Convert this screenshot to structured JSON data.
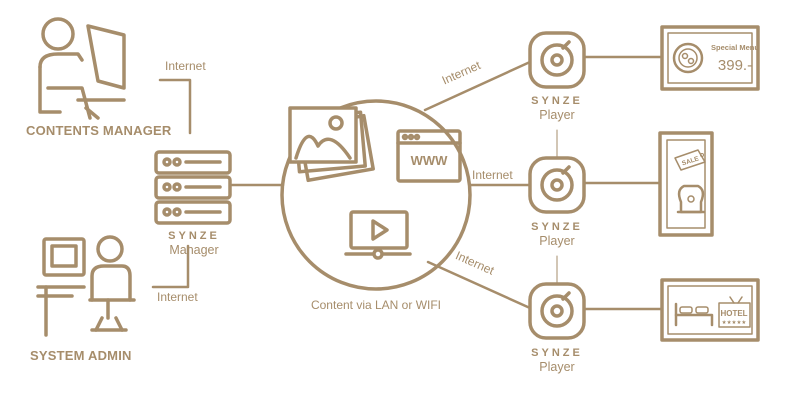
{
  "colors": {
    "accent": "#a68d6b",
    "background": "#ffffff"
  },
  "connection_label": "Internet",
  "central_label": "Content via LAN or WIFI",
  "roles": {
    "contents_manager": "CONTENTS MANAGER",
    "system_admin": "SYSTEM ADMIN"
  },
  "manager": {
    "brand": "SYNZE",
    "name": "Manager"
  },
  "player": {
    "brand": "SYNZE",
    "name": "Player"
  },
  "web_icon_text": "WWW",
  "screens": {
    "menu": {
      "title": "Special Menu",
      "price": "399.-"
    },
    "sale": {
      "tag": "SALE"
    },
    "hotel": {
      "sign": "HOTEL",
      "stars": "★★★★★"
    }
  },
  "icons": [
    "person-computer-icon",
    "server-stack-icon",
    "workstation-admin-icon",
    "photo-gallery-icon",
    "web-browser-icon",
    "video-play-icon",
    "player-device-icon",
    "food-plate-icon",
    "jewelry-bust-icon",
    "bed-icon"
  ]
}
